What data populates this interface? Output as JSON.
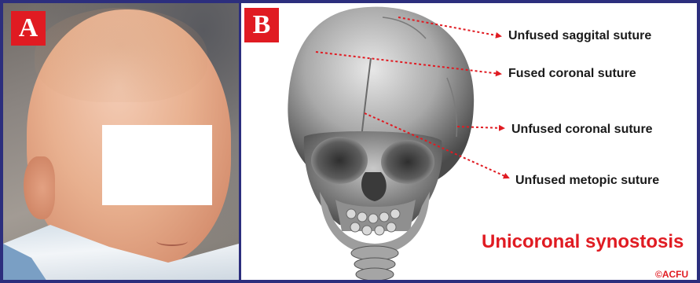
{
  "panels": {
    "a": {
      "label": "A"
    },
    "b": {
      "label": "B"
    }
  },
  "annotations": [
    {
      "text": "Unfused saggital suture"
    },
    {
      "text": "Fused coronal suture"
    },
    {
      "text": "Unfused coronal suture"
    },
    {
      "text": "Unfused metopic suture"
    }
  ],
  "title": "Unicoronal synostosis",
  "copyright": "©ACFU",
  "colors": {
    "accent_red": "#e01b22",
    "frame_blue": "#2c2e7d",
    "arrow_red": "#e01b22"
  }
}
